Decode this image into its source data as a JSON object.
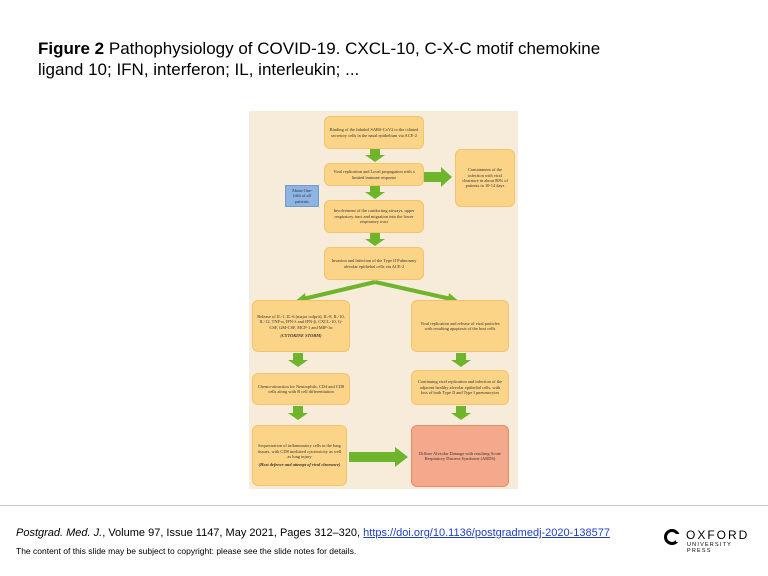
{
  "header": {
    "figure_label": "Figure 2",
    "caption": "Pathophysiology of COVID-19. CXCL-10, C-X-C motif chemokine ligand 10; IFN, interferon; IL, interleukin; ..."
  },
  "diagram": {
    "boxes": {
      "b1": "Binding of the Inhaled SARS-CoV2 to the ciliated secretory cells in the nasal epithelium via ACE-2",
      "b2": "Viral replication and Local propagation with a limited immune response",
      "b3": "Containment of the infection with viral clearance in about 80% of patients in 10-14 days",
      "b4": "About One-fifth of all patients",
      "b5": "Involvement of the conducting airways, upper respiratory tract and migration into the lower respiratory tract",
      "b6": "Invasion and Infection of the Type II Pulmonary alveolar epithelial cells via ACE-2",
      "b7": "Release of IL-1, IL-6 (major culprit), IL-8, IL-10, IL-12, TNF-α, IFN-λ and IFN-β, CXCL-10, G-CSF, GM-CSF, MCP-1 and MIP-1α",
      "b7_em": "(CYTOKINE STORM)",
      "b8": "Viral replication and release of viral particles with resulting apoptosis of the host cells",
      "b9": "Chemo-attraction for Neutrophils, CD4 and CD8 cells along with B cell differentiation",
      "b10": "Continuing viral replication and infection of the adjacent healthy alveolar epithelial cells, with loss of both Type II and Type I pneumocytes",
      "b11": "Sequestration of inflammatory cells in the lung tissues, with CD8 mediated cytotoxicity as well as lung injury",
      "b11_em": "(Host defence and attempt of viral clearance)",
      "b12": "Diffuse Alveolar Damage with resulting Acute Respiratory Distress Syndrome (ARDS)"
    },
    "colors": {
      "box": "#fcd487",
      "blue_box": "#8eb4e3",
      "red_box": "#f4a98d",
      "arrow": "#6fb52c",
      "background": "#f7ecd9"
    }
  },
  "footer": {
    "journal": "Postgrad. Med. J.",
    "details": ", Volume 97, Issue 1147, May 2021, Pages 312–320, ",
    "doi": "https://doi.org/10.1136/postgradmedj-2020-138577",
    "notice": "The content of this slide may be subject to copyright: please see the slide notes for details.",
    "logo_word": "OXFORD",
    "logo_sub": "UNIVERSITY PRESS"
  }
}
